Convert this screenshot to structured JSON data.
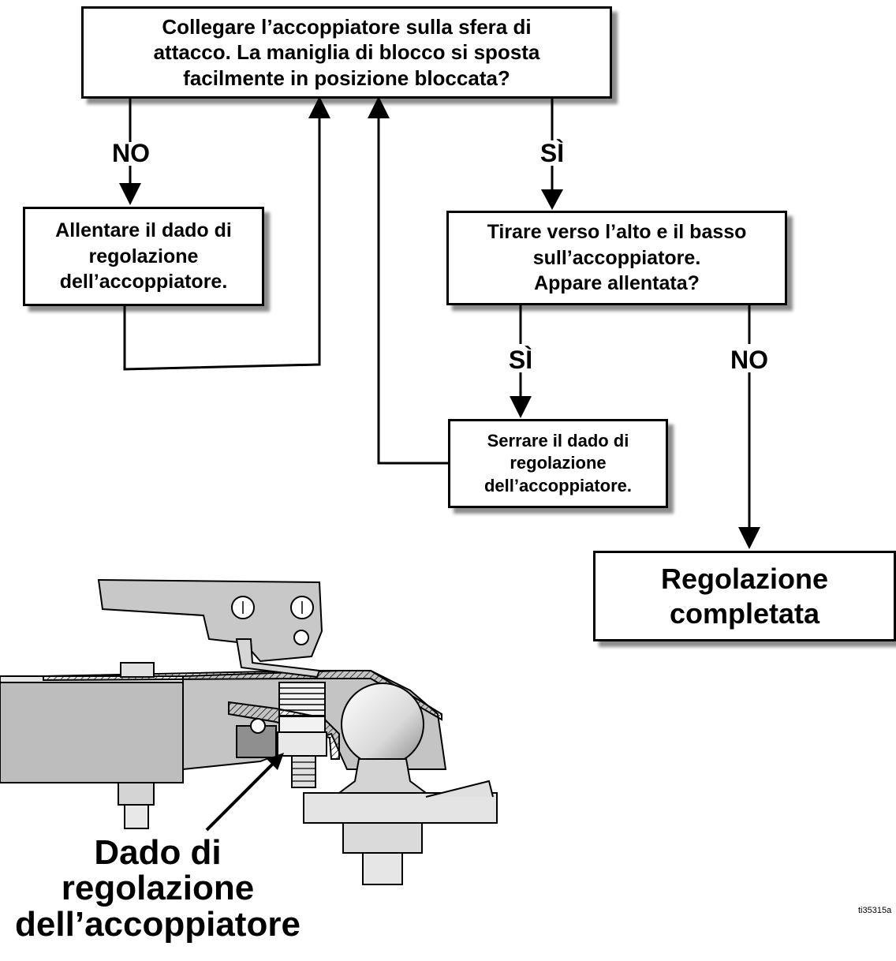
{
  "flowchart": {
    "start_box": "Collegare l’accoppiatore sulla sfera di\nattacco. La maniglia di blocco si sposta\nfacilmente in posizione bloccata?",
    "loosen_box": "Allentare il dado di\nregolazione\ndell’accoppiatore.",
    "check_box": "Tirare verso l’alto e il basso\nsull’accoppiatore.\nAppare allentata?",
    "tighten_box": "Serrare il dado di\nregolazione\ndell’accoppiatore.",
    "done_box": "Regolazione\ncompletata",
    "label_no_left": "NO",
    "label_yes_right": "SÌ",
    "label_yes_lower": "SÌ",
    "label_no_lower": "NO"
  },
  "illustration": {
    "callout": "Dado di\nregolazione\ndell’accoppiatore",
    "figure_id": "ti35315a"
  }
}
